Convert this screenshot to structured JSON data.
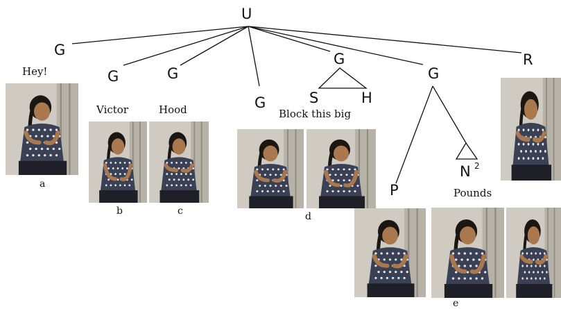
{
  "tree": {
    "root": "U",
    "gesture_label": "G",
    "sub_s": "S",
    "sub_h": "H",
    "sub_p": "P",
    "sub_n": "N",
    "sub_n_sup": "2",
    "retraction": "R"
  },
  "captions": {
    "hey": "Hey!",
    "victor": "Victor",
    "hood": "Hood",
    "block": "Block this big",
    "pounds": "Pounds"
  },
  "letters": [
    "a",
    "b",
    "c",
    "d",
    "e"
  ]
}
